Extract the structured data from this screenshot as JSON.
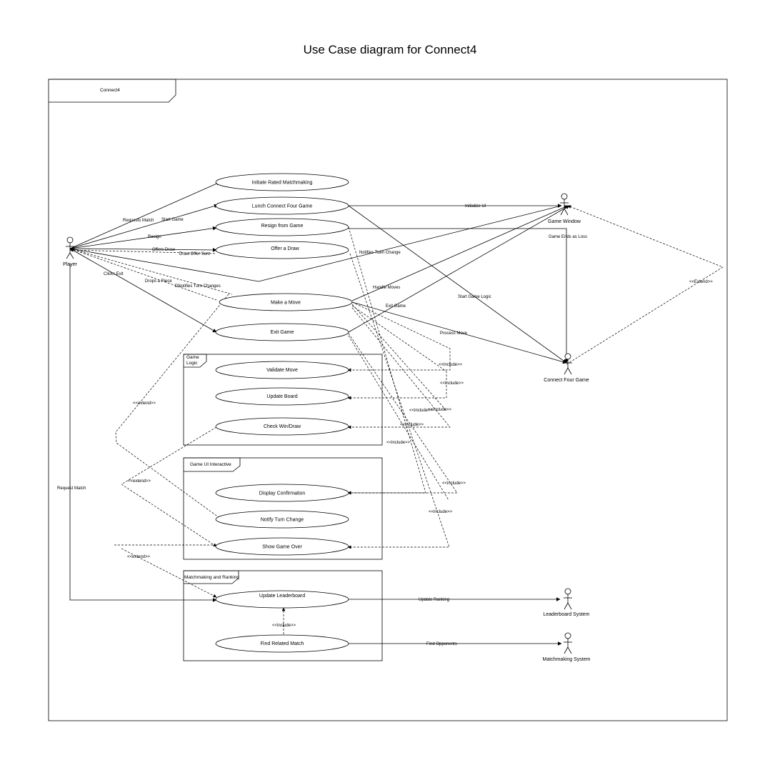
{
  "title": "Use Case diagram for Connect4",
  "system": {
    "name": "Connect4"
  },
  "packages": {
    "game_logic": "Game\nLogic",
    "game_ui": "Game UI Interactive",
    "matchmaking": "Matchmaking and Ranking"
  },
  "actors": {
    "player": "Player",
    "game_window": "Game Window",
    "connect_four_game": "Connect Four Game",
    "leaderboard_system": "Leaderboard System",
    "matchmaking_system": "Matchmaking System"
  },
  "use_cases": {
    "initiate_rated": "Initiate Rated Matchmaking",
    "lunch_game": "Lunch Connect Four Game",
    "resign": "Resign from Game",
    "offer_draw": "Offer a Draw",
    "make_move": "Make a Move",
    "exit_game": "Exit Game",
    "validate_move": "Validate Move",
    "update_board": "Update Board",
    "check_win": "Check Win/Draw",
    "display_confirmation": "Display Confirmation",
    "notify_turn": "Notify Turn Change",
    "show_game_over": "Show Game Over",
    "update_leaderboard": "Update Leaderboard",
    "find_match": "Find Related Match"
  },
  "edge_labels": {
    "requests_match": "Requests Match",
    "start_game": "Start Game",
    "resign": "Resign",
    "offers_draw": "Offers Draw",
    "draw_offer_sent": "Draw Offer Sent",
    "clicks_exit": "Clicks Exit",
    "drops_piece": "Drops a Piece",
    "notifies_turn_changes": "DNotifies Turn Changes",
    "notifies_tuen_change": "Notifies Tuen Change",
    "handle_moves": "Handle Moves",
    "exit_game": "Exit Game",
    "initialize_ui": "Initialize UI",
    "game_ends_loss": "Game Ends as Loss",
    "start_game_logic": "Start Game Logic",
    "process_move": "Process Move",
    "extend_right": "<<Extend>>",
    "request_match": "Request Match",
    "extend_1": "<<extend>>",
    "extend_2": "<<extend>>",
    "extend_3": "<<extend>>",
    "include_1": "<<include>>",
    "include_2": "<<include>>",
    "include_3": "<<include>>",
    "include_4": "<<include>>",
    "include_5": "<<include>>",
    "include_6": "<<include>>",
    "include_7": "<<include>>",
    "include_8": "<<include>>",
    "include_9": "<<include>>",
    "update_ranking": "Update Ranking",
    "find_opponents": "Find Opponents"
  }
}
